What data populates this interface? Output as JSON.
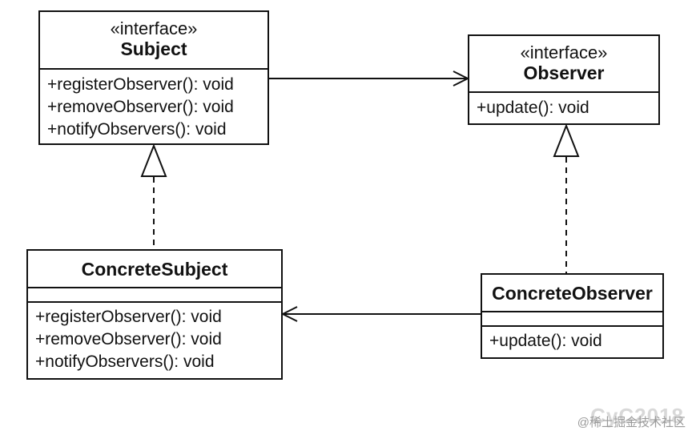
{
  "subject": {
    "stereotype": "«interface»",
    "name": "Subject",
    "operations": [
      "+registerObserver(): void",
      "+removeObserver(): void",
      "+notifyObservers(): void"
    ]
  },
  "observer": {
    "stereotype": "«interface»",
    "name": "Observer",
    "operations": [
      "+update(): void"
    ]
  },
  "concrete_subject": {
    "name": "ConcreteSubject",
    "operations": [
      "+registerObserver(): void",
      "+removeObserver(): void",
      "+notifyObservers(): void"
    ]
  },
  "concrete_observer": {
    "name": "ConcreteObserver",
    "operations": [
      "+update(): void"
    ]
  },
  "watermark": {
    "text": "@稀土掘金技术社区",
    "logo": "CyC2018"
  },
  "colors": {
    "line": "#111111",
    "background": "#ffffff"
  }
}
